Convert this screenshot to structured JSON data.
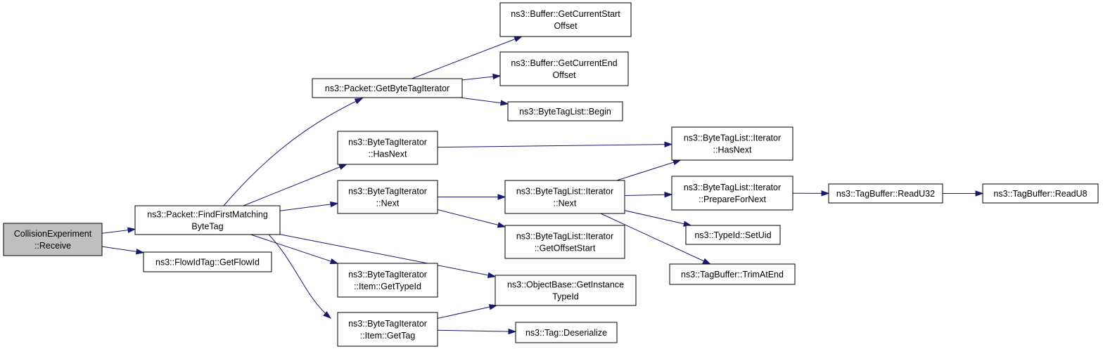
{
  "nodes": [
    {
      "id": "receive",
      "lines": [
        "CollisionExperiment",
        "::Receive"
      ],
      "root": true
    },
    {
      "id": "findfirst",
      "lines": [
        "ns3::Packet::FindFirstMatching",
        "ByteTag"
      ]
    },
    {
      "id": "getflowid",
      "lines": [
        "ns3::FlowIdTag::GetFlowId"
      ]
    },
    {
      "id": "getbytetagit",
      "lines": [
        "ns3::Packet::GetByteTagIterator"
      ]
    },
    {
      "id": "hasnext",
      "lines": [
        "ns3::ByteTagIterator",
        "::HasNext"
      ]
    },
    {
      "id": "next",
      "lines": [
        "ns3::ByteTagIterator",
        "::Next"
      ]
    },
    {
      "id": "itemgettypeid",
      "lines": [
        "ns3::ByteTagIterator",
        "::Item::GetTypeId"
      ]
    },
    {
      "id": "itemgettag",
      "lines": [
        "ns3::ByteTagIterator",
        "::Item::GetTag"
      ]
    },
    {
      "id": "curstart",
      "lines": [
        "ns3::Buffer::GetCurrentStart",
        "Offset"
      ]
    },
    {
      "id": "curend",
      "lines": [
        "ns3::Buffer::GetCurrentEnd",
        "Offset"
      ]
    },
    {
      "id": "begin",
      "lines": [
        "ns3::ByteTagList::Begin"
      ]
    },
    {
      "id": "listnext",
      "lines": [
        "ns3::ByteTagList::Iterator",
        "::Next"
      ]
    },
    {
      "id": "getoffsetstart",
      "lines": [
        "ns3::ByteTagList::Iterator",
        "::GetOffsetStart"
      ]
    },
    {
      "id": "getinsttypeid",
      "lines": [
        "ns3::ObjectBase::GetInstance",
        "TypeId"
      ]
    },
    {
      "id": "deserialize",
      "lines": [
        "ns3::Tag::Deserialize"
      ]
    },
    {
      "id": "listhasnext",
      "lines": [
        "ns3::ByteTagList::Iterator",
        "::HasNext"
      ]
    },
    {
      "id": "preparefornext",
      "lines": [
        "ns3::ByteTagList::Iterator",
        "::PrepareForNext"
      ]
    },
    {
      "id": "setuid",
      "lines": [
        "ns3::TypeId::SetUid"
      ]
    },
    {
      "id": "trimatend",
      "lines": [
        "ns3::TagBuffer::TrimAtEnd"
      ]
    },
    {
      "id": "readu32",
      "lines": [
        "ns3::TagBuffer::ReadU32"
      ]
    },
    {
      "id": "readu8",
      "lines": [
        "ns3::TagBuffer::ReadU8"
      ]
    }
  ],
  "edges": [
    {
      "from": "receive",
      "to": "findfirst"
    },
    {
      "from": "receive",
      "to": "getflowid"
    },
    {
      "from": "findfirst",
      "to": "getbytetagit"
    },
    {
      "from": "findfirst",
      "to": "hasnext"
    },
    {
      "from": "findfirst",
      "to": "next"
    },
    {
      "from": "findfirst",
      "to": "getinsttypeid"
    },
    {
      "from": "findfirst",
      "to": "itemgettypeid"
    },
    {
      "from": "findfirst",
      "to": "itemgettag"
    },
    {
      "from": "getbytetagit",
      "to": "curstart"
    },
    {
      "from": "getbytetagit",
      "to": "curend"
    },
    {
      "from": "getbytetagit",
      "to": "begin"
    },
    {
      "from": "hasnext",
      "to": "listhasnext"
    },
    {
      "from": "next",
      "to": "listnext"
    },
    {
      "from": "next",
      "to": "getoffsetstart"
    },
    {
      "from": "itemgettag",
      "to": "getinsttypeid"
    },
    {
      "from": "itemgettag",
      "to": "deserialize"
    },
    {
      "from": "listnext",
      "to": "listhasnext"
    },
    {
      "from": "listnext",
      "to": "preparefornext"
    },
    {
      "from": "listnext",
      "to": "setuid"
    },
    {
      "from": "listnext",
      "to": "trimatend"
    },
    {
      "from": "preparefornext",
      "to": "readu32"
    },
    {
      "from": "readu32",
      "to": "readu8"
    }
  ]
}
